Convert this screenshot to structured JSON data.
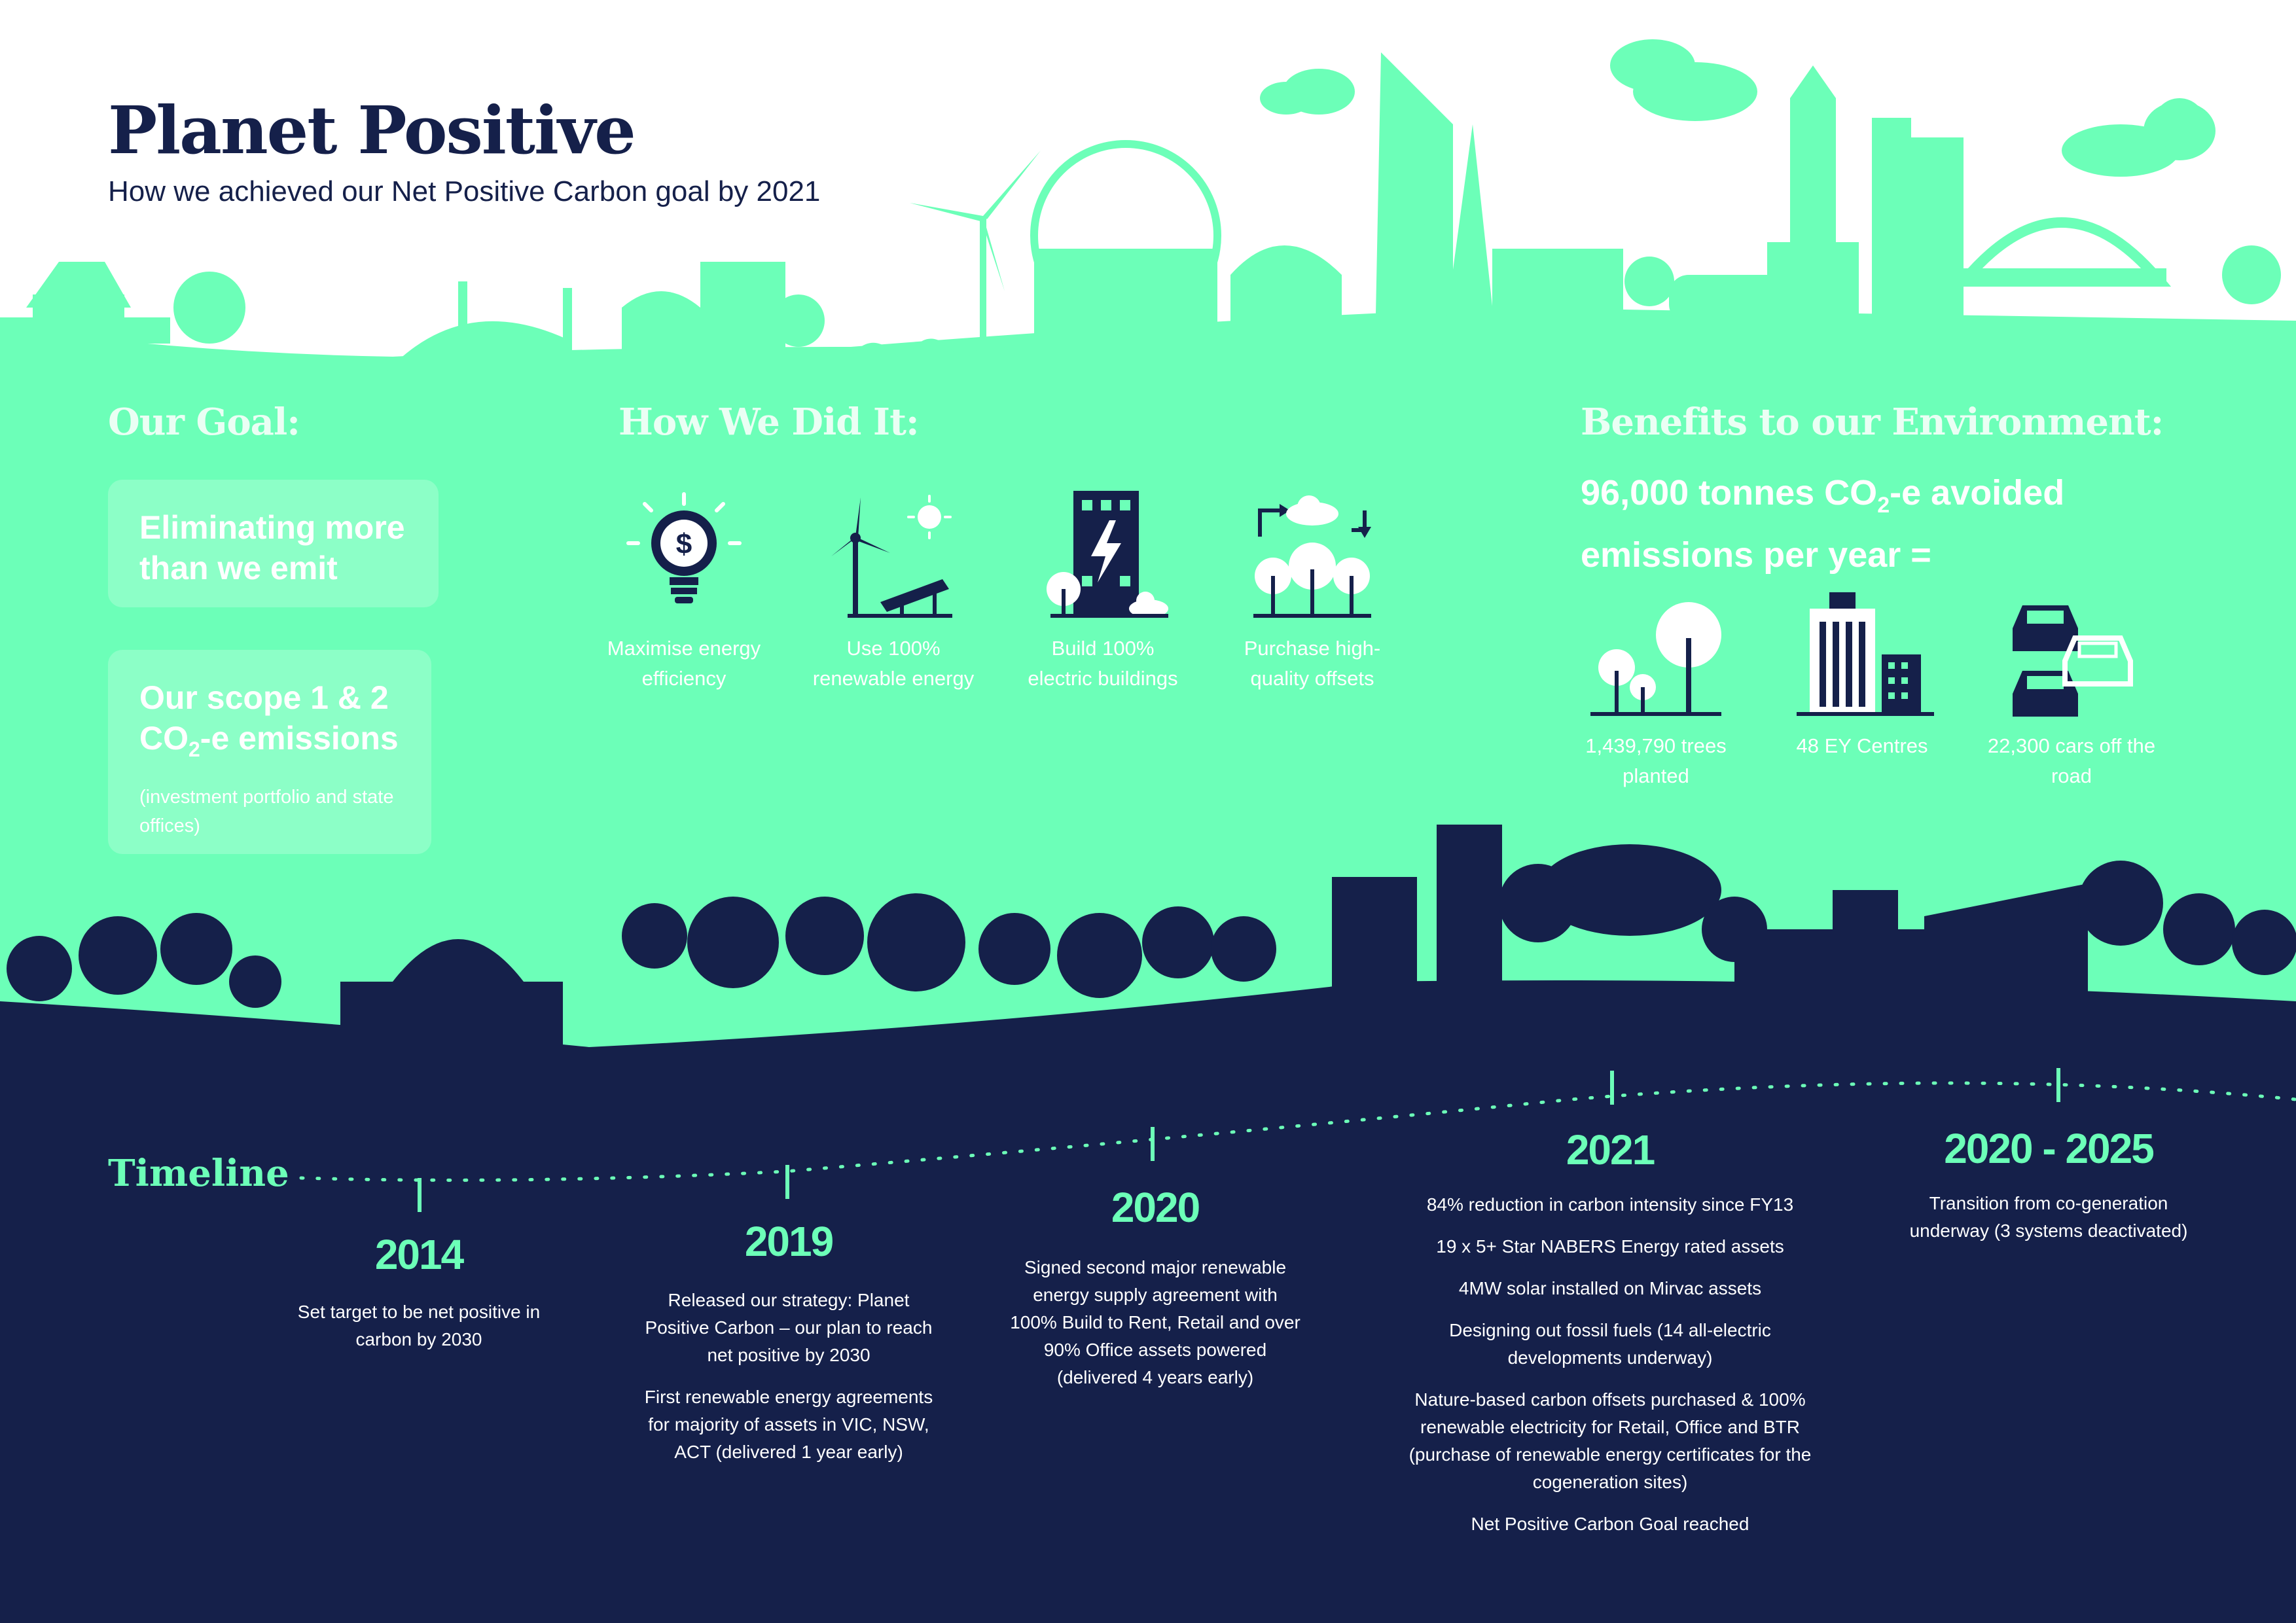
{
  "header": {
    "title": "Planet Positive",
    "subtitle": "How we achieved our Net Positive Carbon goal by 2021"
  },
  "goal": {
    "heading": "Our Goal:",
    "card1_text": "Eliminating more than we emit",
    "card2_line1": "Our scope 1 & 2",
    "card2_line2a": "CO",
    "card2_sub": "2",
    "card2_line2b": "-e emissions",
    "card2_note": "(investment portfolio and state offices)"
  },
  "how": {
    "heading": "How We Did It:",
    "items": [
      {
        "label": "Maximise energy efficiency",
        "icon": "lightbulb-dollar-icon"
      },
      {
        "label": "Use 100% renewable energy",
        "icon": "wind-solar-icon"
      },
      {
        "label": "Build 100% electric buildings",
        "icon": "electric-building-icon"
      },
      {
        "label": "Purchase high-quality offsets",
        "icon": "trees-cycle-icon"
      }
    ]
  },
  "benefits": {
    "heading": "Benefits to our Environment:",
    "stat_a": "96,000 tonnes CO",
    "stat_sub": "2",
    "stat_b": "-e avoided emissions per year =",
    "items": [
      {
        "label": "1,439,790 trees planted",
        "icon": "trees-icon"
      },
      {
        "label": "48 EY Centres",
        "icon": "tower-buildings-icon"
      },
      {
        "label": "22,300 cars off the road",
        "icon": "cars-icon"
      }
    ]
  },
  "timeline": {
    "heading": "Timeline",
    "entries": [
      {
        "year": "2014",
        "paragraphs": [
          "Set target to be net positive in carbon by 2030"
        ]
      },
      {
        "year": "2019",
        "paragraphs": [
          "Released our strategy: Planet Positive Carbon – our plan to reach net positive by 2030",
          "First renewable energy agreements for majority of assets in VIC, NSW, ACT (delivered 1 year early)"
        ]
      },
      {
        "year": "2020",
        "paragraphs": [
          "Signed second major renewable energy supply agreement with 100% Build to Rent, Retail and over 90% Office assets powered (delivered 4 years early)"
        ]
      },
      {
        "year": "2021",
        "paragraphs": [
          "84% reduction in carbon intensity since FY13",
          "19 x 5+ Star NABERS Energy rated assets",
          "4MW solar installed on Mirvac assets",
          "Designing out fossil fuels (14 all-electric developments underway)",
          "Nature-based carbon offsets purchased & 100% renewable electricity for Retail, Office and BTR (purchase of renewable energy certificates for the cogeneration sites)",
          "Net Positive Carbon Goal reached"
        ]
      },
      {
        "year": "2020 - 2025",
        "paragraphs": [
          "Transition from co-generation underway (3 systems deactivated)"
        ]
      }
    ]
  },
  "colors": {
    "mint": "#6cffb8",
    "navy": "#15204a",
    "white": "#ffffff"
  }
}
